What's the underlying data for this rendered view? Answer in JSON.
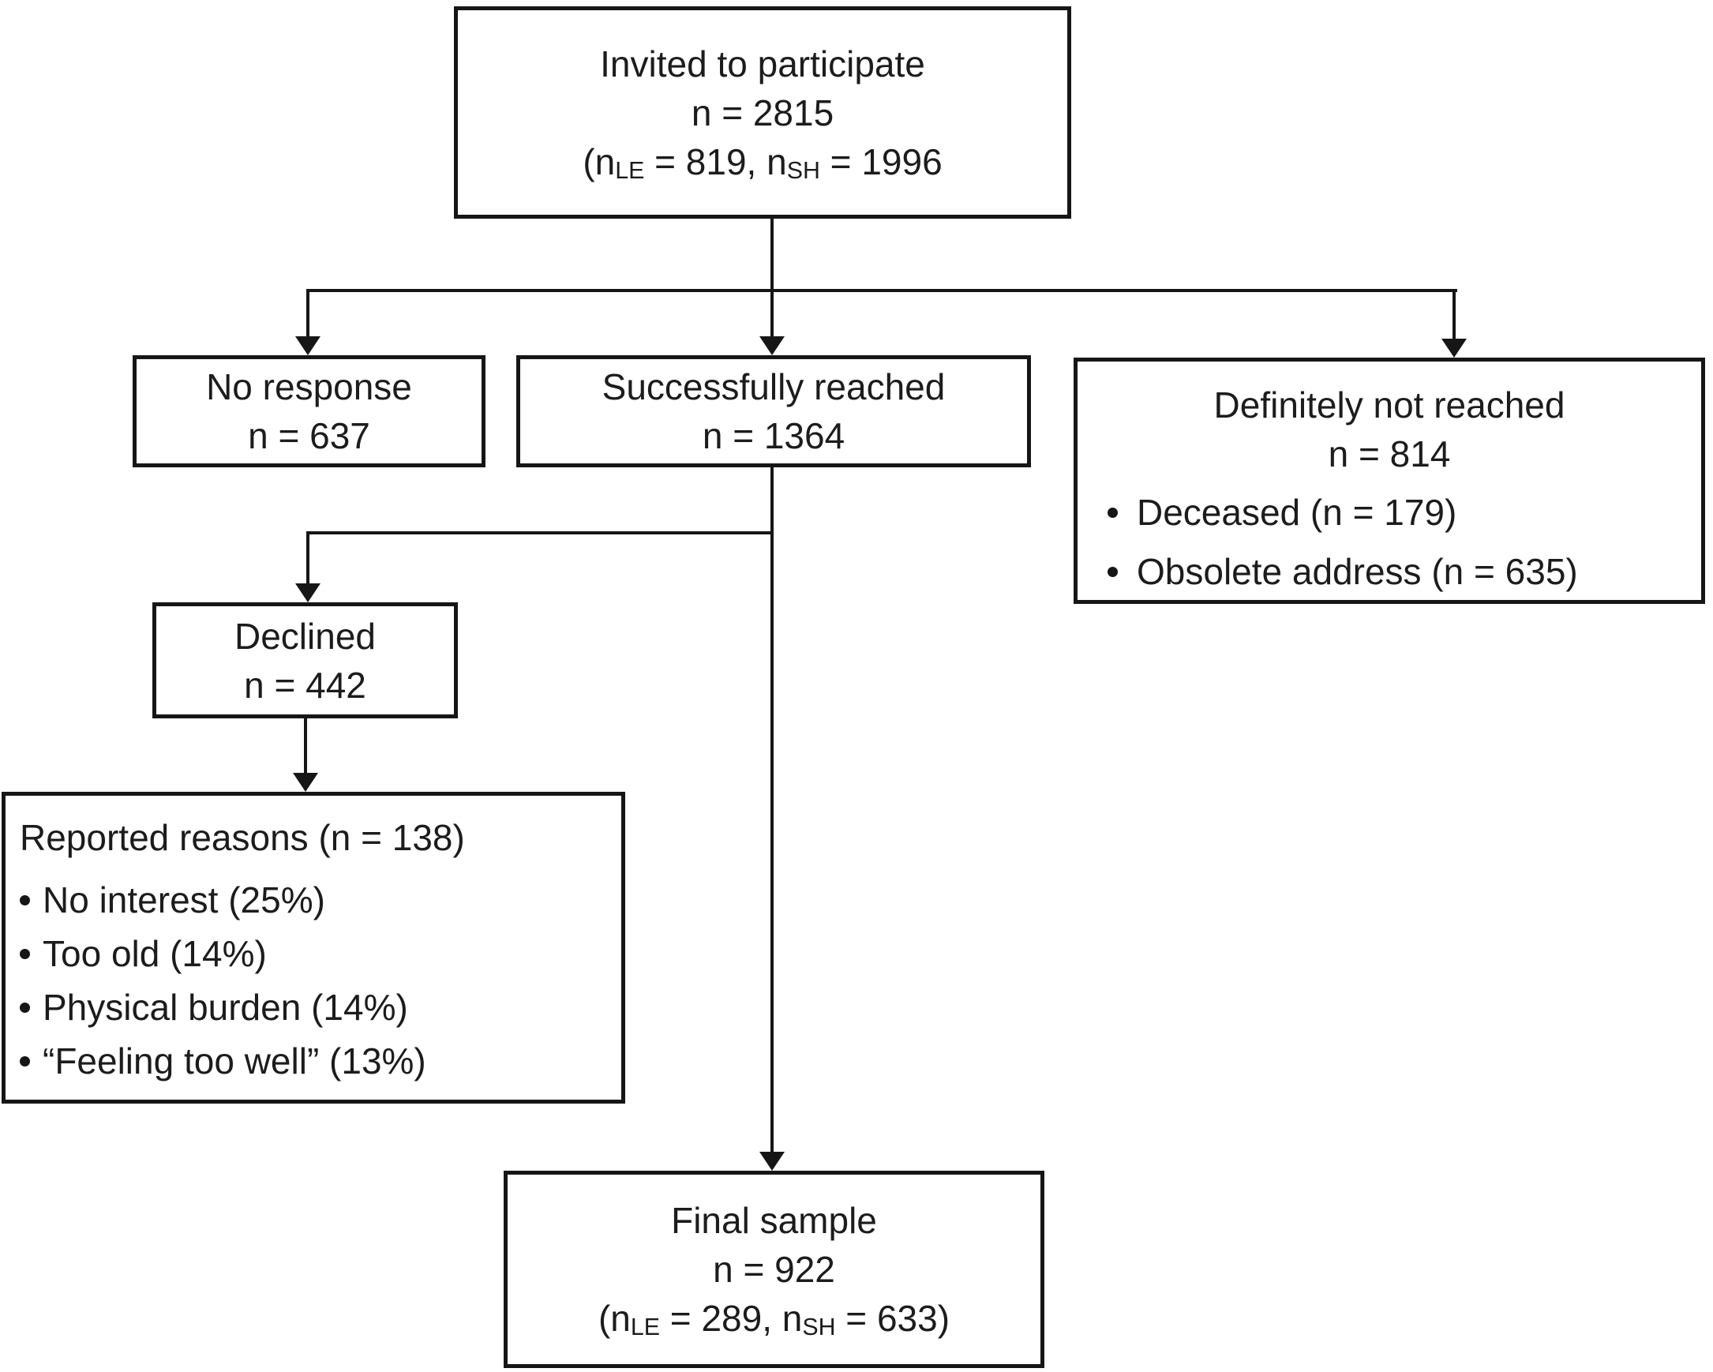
{
  "palette": {
    "ink": "#161616",
    "text": "#1c1c1c",
    "background": "#ffffff"
  },
  "boxes": {
    "invited": {
      "line1": "Invited to participate",
      "line2": "n = 2815",
      "sub": {
        "p1": "(n",
        "s1": "LE",
        "p2": " = 819, n",
        "s2": "SH",
        "p3": " = 1996"
      }
    },
    "no_response": {
      "line1": "No response",
      "line2": "n = 637"
    },
    "reached": {
      "line1": "Successfully reached",
      "line2": "n = 1364"
    },
    "not_reached": {
      "line1": "Definitely not reached",
      "line2": "n = 814",
      "bullets": [
        "Deceased (n = 179)",
        "Obsolete address (n = 635)"
      ]
    },
    "declined": {
      "line1": "Declined",
      "line2": "n = 442"
    },
    "reasons": {
      "title": "Reported reasons (n = 138)",
      "bullets": [
        "No interest (25%)",
        "Too old (14%)",
        "Physical burden (14%)",
        "“Feeling too well” (13%)"
      ]
    },
    "final": {
      "line1": "Final sample",
      "line2": "n = 922",
      "sub": {
        "p1": "(n",
        "s1": "LE",
        "p2": " = 289, n",
        "s2": "SH",
        "p3": " = 633)"
      }
    }
  }
}
